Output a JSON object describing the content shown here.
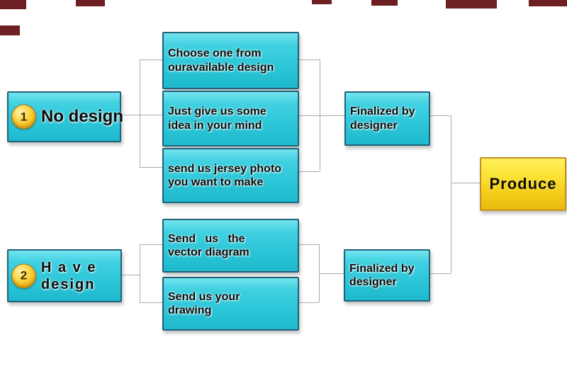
{
  "diagram": {
    "flow1": {
      "badge": "1",
      "label": "No design",
      "steps": [
        "Choose one from\nouravailable design",
        "Just give us some\nidea in your mind",
        "send us jersey photo\nyou want to make"
      ],
      "result": "Finalized by\ndesigner"
    },
    "flow2": {
      "badge": "2",
      "label": "H a v e\ndesign",
      "steps": [
        "Send   us   the\nvector diagram",
        "Send us your\ndrawing"
      ],
      "result": "Finalized by\ndesigner"
    },
    "final": "Produce"
  },
  "colors": {
    "box_fill": "#2dc7d9",
    "box_border": "#20627a",
    "produce_fill": "#f6d322",
    "produce_border": "#c58b28",
    "badge_fill": "#fbd23a",
    "connector": "#a9a9a9",
    "fragment": "#6d1f22",
    "background": "#ffffff"
  }
}
